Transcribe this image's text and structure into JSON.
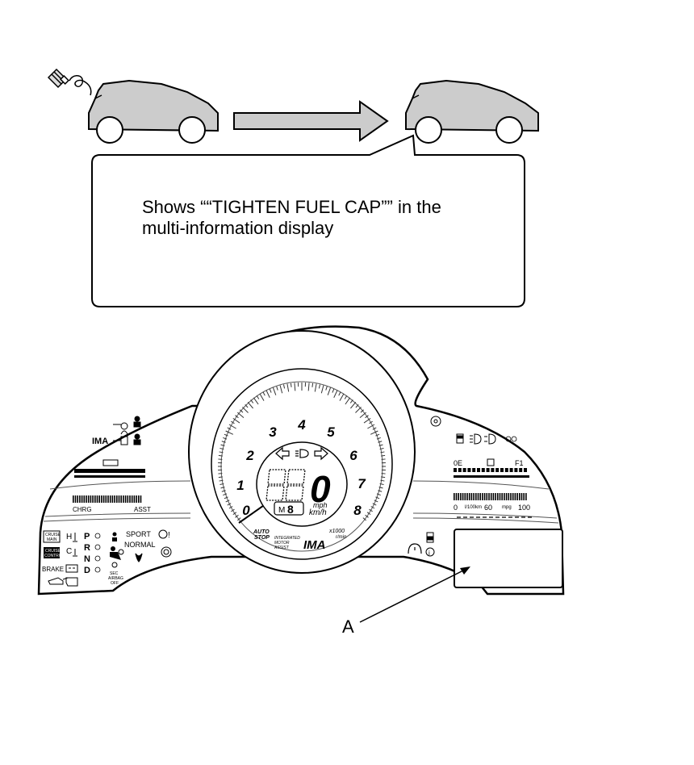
{
  "callout": {
    "line1": "Shows ““TIGHTEN FUEL CAP”” in the",
    "line2": "multi-information display"
  },
  "label_a": "A",
  "gauge": {
    "tacho_numbers": [
      "0",
      "1",
      "2",
      "3",
      "4",
      "5",
      "6",
      "7",
      "8"
    ],
    "speed": "0",
    "speed_units": [
      "mph",
      "km/h"
    ],
    "tacho_units": [
      "x1000",
      "r/min"
    ],
    "gear": "8",
    "gear_prefix": "M",
    "auto_stop": [
      "AUTO",
      "STOP"
    ],
    "ima_logo": "IMA",
    "ima_caption": [
      "INTEGRATED",
      "MOTOR",
      "ASSIST"
    ]
  },
  "left_panel": {
    "ima": "IMA",
    "chrg": "CHRG",
    "asst": "ASST",
    "cruise_main": [
      "CRUISE",
      "MAIN"
    ],
    "cruise_control": [
      "CRUISE",
      "CONTROL"
    ],
    "brake": "BRAKE",
    "gears": [
      "P",
      "R",
      "N",
      "D"
    ],
    "h": "H",
    "c": "C",
    "sport": "SPORT",
    "normal": "NORMAL",
    "sec_airbag_off": [
      "SEC",
      "AIRBAG",
      "OFF"
    ]
  },
  "right_panel": {
    "fuel_e": "0E",
    "fuel_f": "F1",
    "scale": [
      "0",
      "60",
      "100"
    ],
    "l100km": "l/100km",
    "mpg": "mpg"
  },
  "icons": [
    "fuel-cap-icon",
    "car-icon",
    "arrow-right-icon",
    "immobilizer-key-icon",
    "check-engine-icon",
    "fuel-pump-icon",
    "fog-light-icon",
    "headlight-icon",
    "tpms-icon",
    "door-open-icon",
    "info-icon",
    "seatbelt-icon",
    "airbag-icon",
    "oil-pressure-icon",
    "battery-icon",
    "coolant-temp-icon",
    "brake-icon",
    "abs-icon"
  ]
}
